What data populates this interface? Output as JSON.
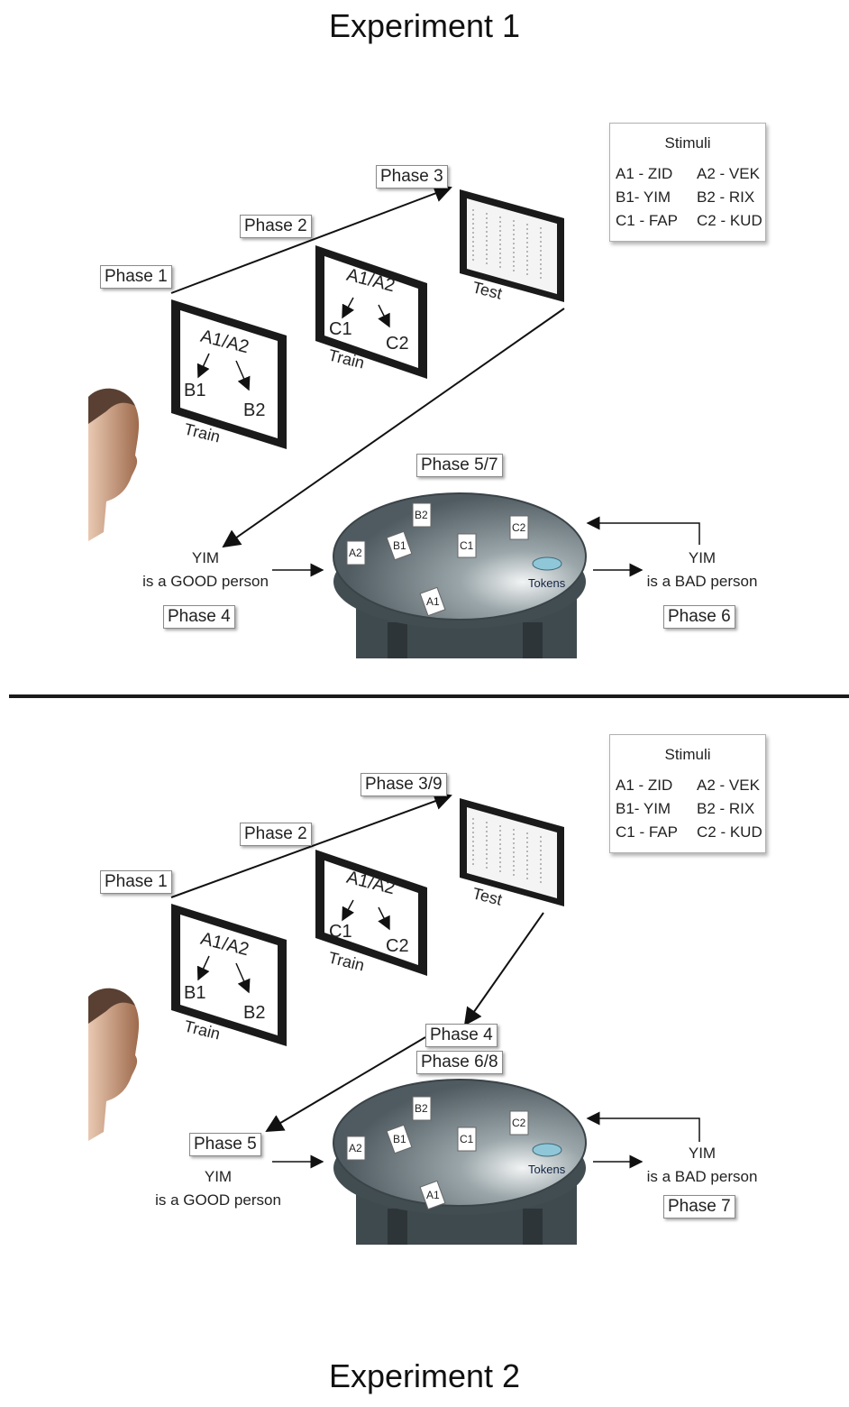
{
  "titles": {
    "exp1": "Experiment 1",
    "exp2": "Experiment 2"
  },
  "stimuli": {
    "heading": "Stimuli",
    "items": [
      "A1 - ZID",
      "A2 - VEK",
      "B1- YIM",
      "B2 - RIX",
      "C1 - FAP",
      "C2 - KUD"
    ]
  },
  "screens": {
    "train1": {
      "top": "A1/A2",
      "left": "B1",
      "right": "B2",
      "label": "Train"
    },
    "train2": {
      "top": "A1/A2",
      "left": "C1",
      "right": "C2",
      "label": "Train"
    },
    "test": {
      "label": "Test"
    }
  },
  "table": {
    "cards": [
      "B2",
      "C2",
      "A2",
      "B1",
      "C1",
      "A1"
    ],
    "tokens": "Tokens"
  },
  "exp1": {
    "phases": [
      "Phase 1",
      "Phase 2",
      "Phase 3",
      "Phase 5/7",
      "Phase 4",
      "Phase 6"
    ],
    "good": [
      "YIM",
      "is a GOOD person"
    ],
    "bad": [
      "YIM",
      "is a BAD person"
    ]
  },
  "exp2": {
    "phases": [
      "Phase 1",
      "Phase 2",
      "Phase 3/9",
      "Phase 4",
      "Phase 6/8",
      "Phase 5",
      "Phase 7"
    ],
    "good": [
      "YIM",
      "is a GOOD person"
    ],
    "bad": [
      "YIM",
      "is a BAD person"
    ]
  },
  "colors": {
    "table": "#5d6a70",
    "screen_frame": "#1a1a1a",
    "skin": "#c08a68"
  }
}
